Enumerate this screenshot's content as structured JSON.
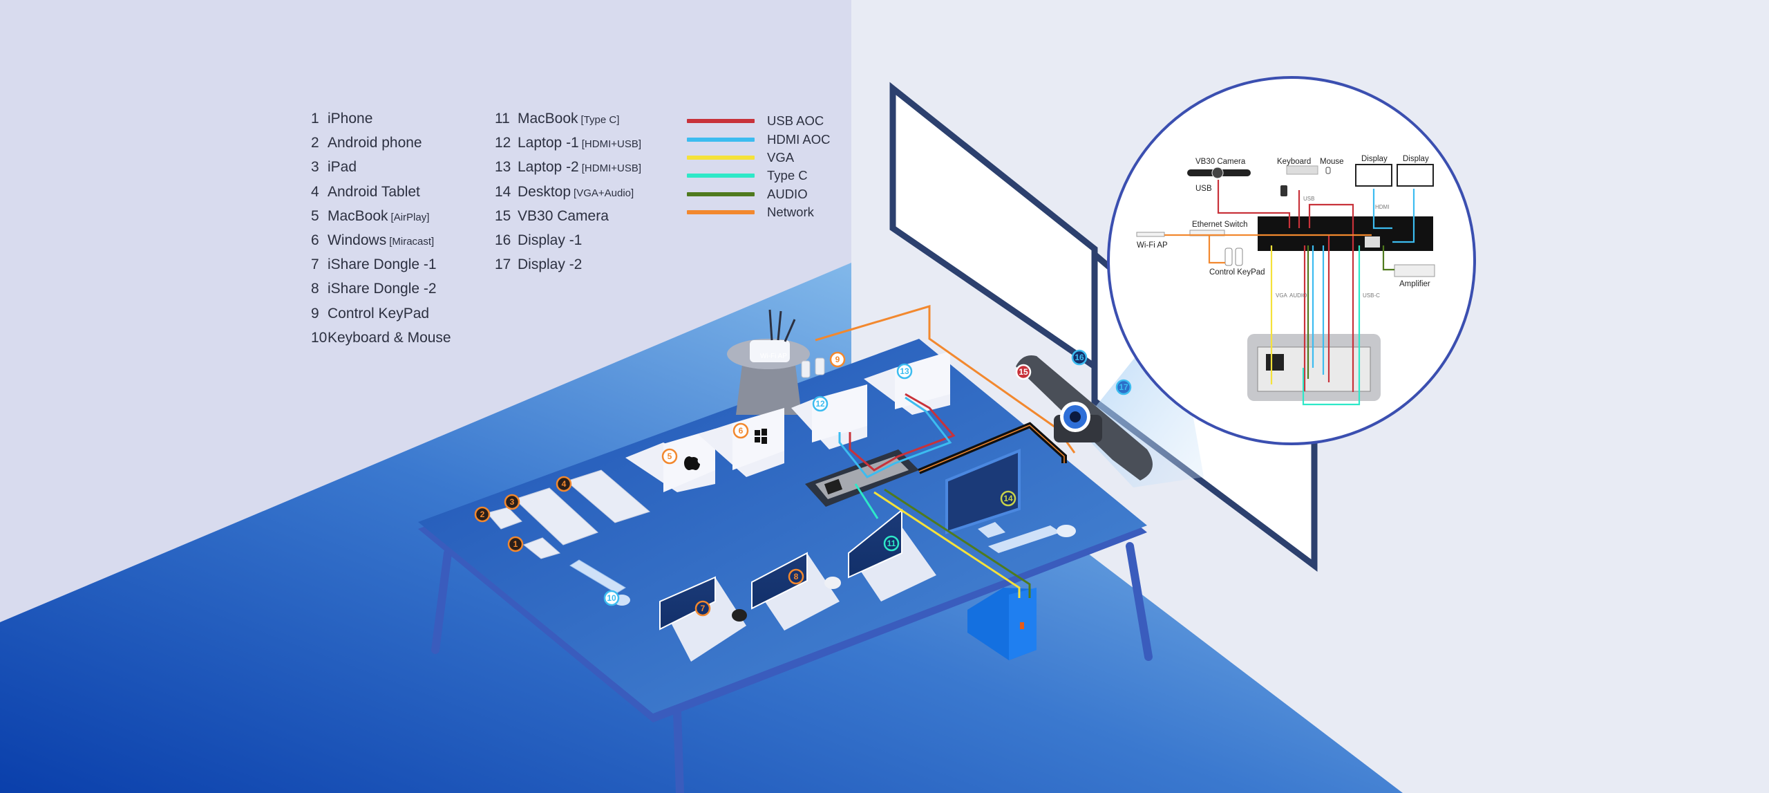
{
  "devices": [
    {
      "num": "1",
      "name": "iPhone",
      "note": ""
    },
    {
      "num": "2",
      "name": "Android phone",
      "note": ""
    },
    {
      "num": "3",
      "name": "iPad",
      "note": ""
    },
    {
      "num": "4",
      "name": "Android Tablet",
      "note": ""
    },
    {
      "num": "5",
      "name": "MacBook",
      "note": "[AirPlay]"
    },
    {
      "num": "6",
      "name": "Windows",
      "note": "[Miracast]"
    },
    {
      "num": "7",
      "name": "iShare Dongle -1",
      "note": ""
    },
    {
      "num": "8",
      "name": "iShare Dongle -2",
      "note": ""
    },
    {
      "num": "9",
      "name": "Control KeyPad",
      "note": ""
    },
    {
      "num": "10",
      "name": "Keyboard & Mouse",
      "note": ""
    },
    {
      "num": "11",
      "name": "MacBook",
      "note": "[Type C]"
    },
    {
      "num": "12",
      "name": "Laptop -1",
      "note": "[HDMI+USB]"
    },
    {
      "num": "13",
      "name": "Laptop -2",
      "note": "[HDMI+USB]"
    },
    {
      "num": "14",
      "name": "Desktop",
      "note": "[VGA+Audio]"
    },
    {
      "num": "15",
      "name": "VB30 Camera",
      "note": ""
    },
    {
      "num": "16",
      "name": "Display -1",
      "note": ""
    },
    {
      "num": "17",
      "name": "Display -2",
      "note": ""
    }
  ],
  "cables": [
    {
      "label": "USB AOC",
      "color": "#c8323a"
    },
    {
      "label": "HDMI AOC",
      "color": "#3cbcf0"
    },
    {
      "label": "VGA",
      "color": "#f5e23a"
    },
    {
      "label": "Type C",
      "color": "#2ee8c8"
    },
    {
      "label": "AUDIO",
      "color": "#4f7a1e"
    },
    {
      "label": "Network",
      "color": "#f2882e"
    }
  ],
  "badges": {
    "b1": "1",
    "b2": "2",
    "b3": "3",
    "b4": "4",
    "b5": "5",
    "b6": "6",
    "b7": "7",
    "b8": "8",
    "b9": "9",
    "b10": "10",
    "b11": "11",
    "b12": "12",
    "b13": "13",
    "b14": "14",
    "b15": "15",
    "b16": "16",
    "b17": "17"
  },
  "router_label": "Wi-Fi AP",
  "wiring": {
    "camera": "VB30 Camera",
    "usb": "USB",
    "keyboard": "Keyboard",
    "mouse": "Mouse",
    "display1": "Display",
    "display2": "Display",
    "usb_small": "USB",
    "hdmi": "HDMI",
    "wifi_ap": "Wi-Fi AP",
    "ethernet_switch": "Ethernet Switch",
    "control_keypad": "Control KeyPad",
    "amplifier": "Amplifier",
    "vga": "VGA",
    "audio": "AUDIO",
    "usb_c": "USB-C"
  },
  "colors": {
    "wall_left": "#d8dbee",
    "wall_right": "#e8ebf4",
    "floor_dark": "#0a3fab",
    "floor_light": "#a9dbf9",
    "table_top": "#2a62c0",
    "badge_orange": "#f2882e",
    "badge_blue": "#3cbcf0",
    "badge_red": "#c8323a",
    "badge_green": "#c9d24a",
    "circle_border": "#3b4fb0"
  }
}
